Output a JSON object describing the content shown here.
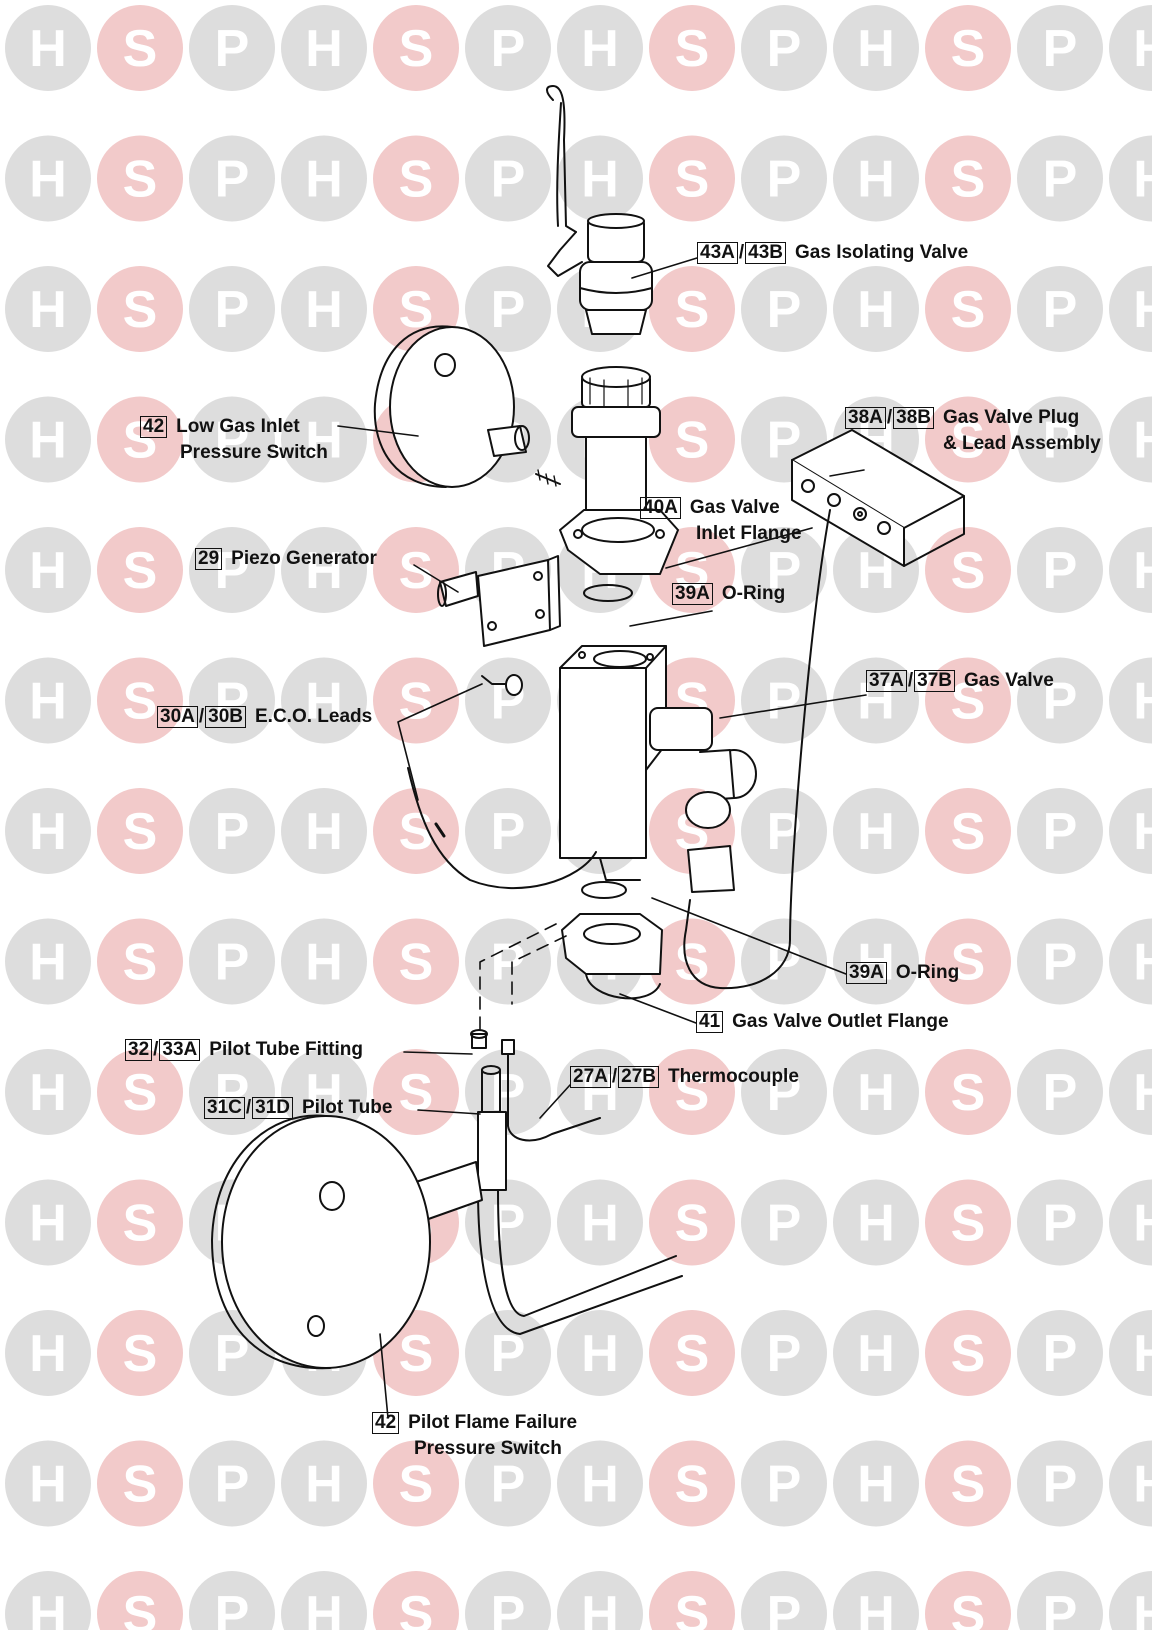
{
  "watermark": {
    "letters": [
      "H",
      "S",
      "P"
    ],
    "color_main": "#dddddd",
    "color_accent": "#f2caca"
  },
  "callouts": {
    "gas_isolating_valve": {
      "n1": "43A",
      "sep": "/",
      "n2": "43B",
      "text": "Gas Isolating Valve"
    },
    "low_gas_inlet": {
      "n1": "42",
      "line1": "Low Gas Inlet",
      "line2": "Pressure Switch"
    },
    "gas_valve_plug": {
      "n1": "38A",
      "sep": "/",
      "n2": "38B",
      "line1": "Gas Valve Plug",
      "line2": "& Lead Assembly"
    },
    "gas_valve_inlet": {
      "n1": "40A",
      "line1": "Gas Valve",
      "line2": "Inlet Flange"
    },
    "piezo": {
      "n1": "29",
      "text": "Piezo Generator"
    },
    "o_ring_top": {
      "n1": "39A",
      "text": "O-Ring"
    },
    "gas_valve": {
      "n1": "37A",
      "sep": "/",
      "n2": "37B",
      "text": "Gas Valve"
    },
    "eco_leads": {
      "n1": "30A",
      "sep": "/",
      "n2": "30B",
      "text": "E.C.O. Leads"
    },
    "o_ring_bottom": {
      "n1": "39A",
      "text": "O-Ring"
    },
    "gas_valve_outlet": {
      "n1": "41",
      "text": "Gas Valve Outlet Flange"
    },
    "pilot_tube_fitting": {
      "n1": "32",
      "sep": "/",
      "n2": "33A",
      "text": "Pilot Tube Fitting"
    },
    "thermocouple": {
      "n1": "27A",
      "sep": "/",
      "n2": "27B",
      "text": "Thermocouple"
    },
    "pilot_tube": {
      "n1": "31C",
      "sep": "/",
      "n2": "31D",
      "text": "Pilot Tube"
    },
    "pilot_flame_failure": {
      "n1": "42",
      "line1": "Pilot Flame Failure",
      "line2": "Pressure Switch"
    }
  }
}
